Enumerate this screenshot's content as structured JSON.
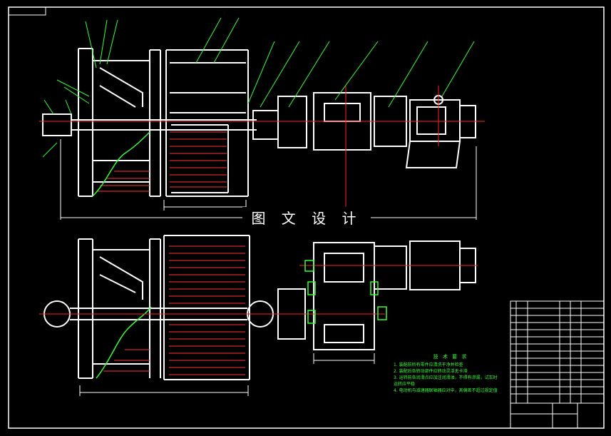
{
  "watermark": "图 文 设 计",
  "tech_notes": {
    "title": "技 术 要 求",
    "lines": [
      "1. 装配前所有零件应清洗干净并检查",
      "2. 装配后各转动部件应转动灵活无卡滞",
      "3. 运转前各润滑点应加注润滑油，不得有渗漏，试车时",
      "   运转应平稳",
      "4. 电动机与减速器联轴器应对中，其偏差不超过规定值"
    ]
  },
  "colors": {
    "line": "#ffffff",
    "leader": "#33ff33",
    "axis": "#ff2222",
    "hatch": "#ff3333",
    "frame": "#ffffff"
  }
}
